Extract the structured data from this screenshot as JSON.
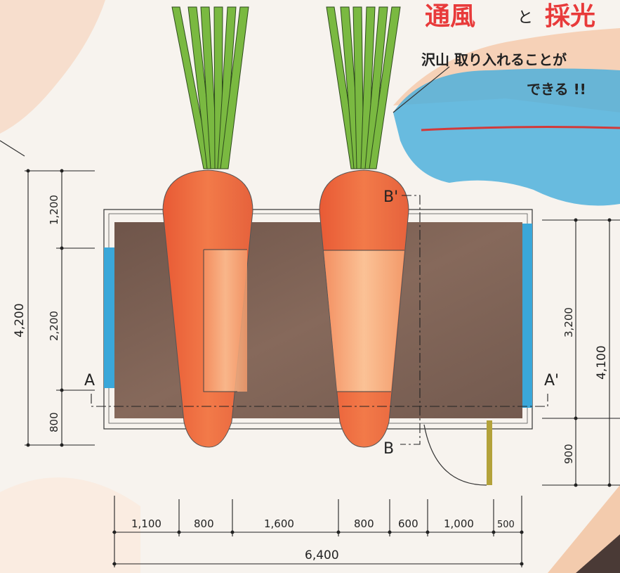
{
  "headline": {
    "part1": "通風",
    "connector": "と",
    "part2": "採光"
  },
  "subtext": {
    "line1": "沢山 取り入れることが",
    "line2": "できる !!"
  },
  "dimensions": {
    "left": {
      "total": "4,200",
      "top": "1,200",
      "middle": "2,200",
      "bottom": "800"
    },
    "right": {
      "total": "4,100",
      "upper": "3,200",
      "lower": "900"
    },
    "bottom": {
      "segments": [
        "1,100",
        "800",
        "1,600",
        "800",
        "600",
        "1,000",
        "500"
      ],
      "total": "6,400"
    }
  },
  "section_marks": {
    "a": "A",
    "a_prime": "A'",
    "b": "B",
    "b_prime": "B'"
  },
  "colors": {
    "earth": "#7a5e52",
    "carrot": "#ee6e43",
    "carrot_light": "#f6a777",
    "leaf": "#7ab941",
    "window": "#3aa7d9",
    "wash_orange": "#f4b07d",
    "wash_blue": "#4fb0dc",
    "headline": "#e83a3a"
  }
}
